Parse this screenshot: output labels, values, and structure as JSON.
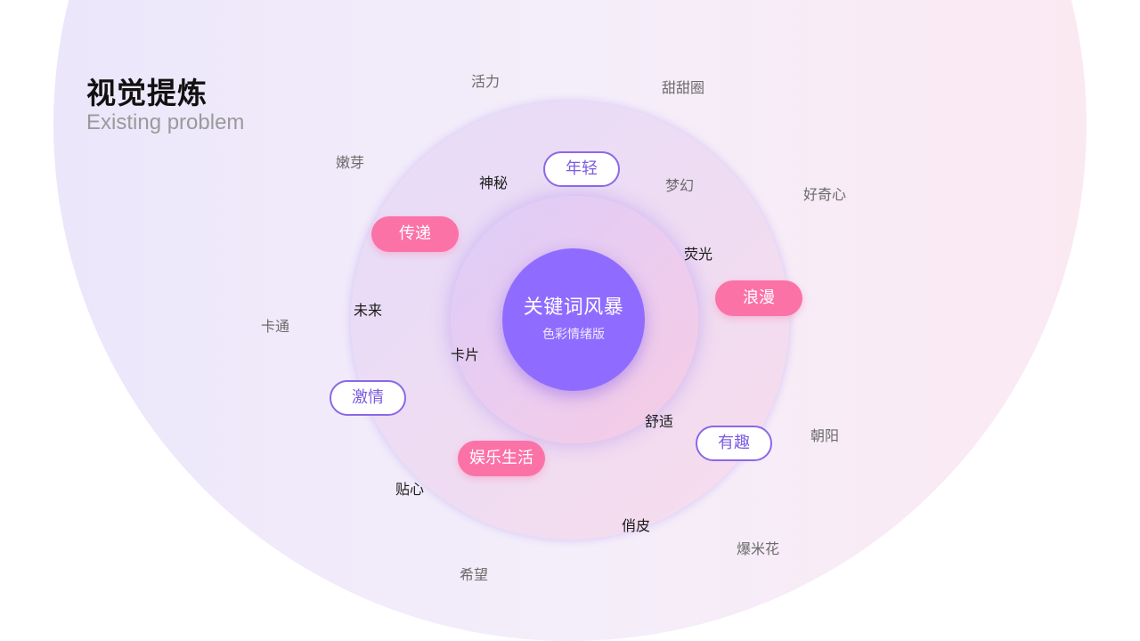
{
  "title": "视觉提炼",
  "subtitle": "Existing problem",
  "center": {
    "title": "关键词风暴",
    "subtitle": "色彩情绪版"
  },
  "keywords": {
    "huoli": "活力",
    "tiantianquan": "甜甜圈",
    "nenya": "嫩芽",
    "haoqixin": "好奇心",
    "katong": "卡通",
    "zhaoyang": "朝阳",
    "baomihua": "爆米花",
    "xiwang": "希望",
    "shenmi": "神秘",
    "menghuan": "梦幻",
    "yingguang": "荧光",
    "weilai": "未来",
    "kapian": "卡片",
    "shushi": "舒适",
    "tiexin": "贴心",
    "qiaopi": "俏皮",
    "nianqing": "年轻",
    "chuandi": "传递",
    "langman": "浪漫",
    "jiqing": "激情",
    "youqu": "有趣",
    "yuleshenghuo": "娱乐生活"
  },
  "colors": {
    "core": "#8f6cff",
    "pink_pill": "#fb72a7",
    "outline_pill": "#8a68e8"
  }
}
